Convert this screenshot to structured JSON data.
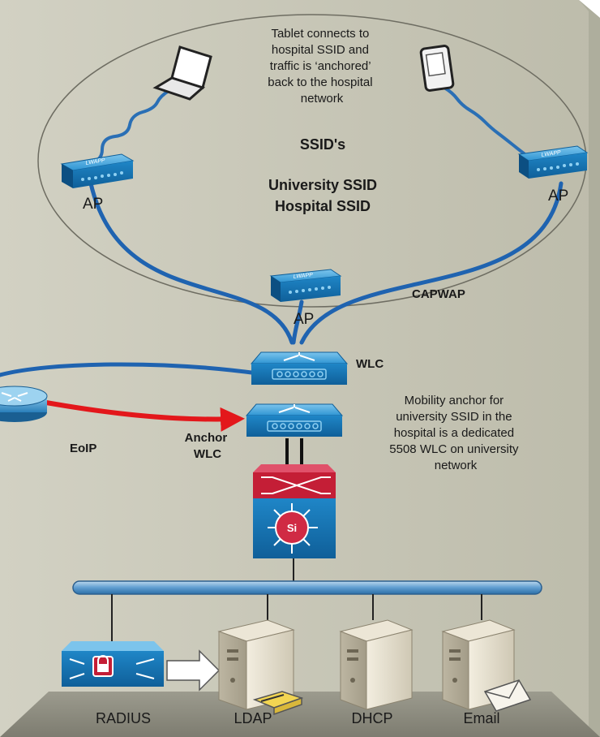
{
  "tablet_note": {
    "lines": [
      "Tablet connects to",
      "hospital SSID and",
      "traffic is ‘anchored’",
      "back to the hospital",
      "network"
    ]
  },
  "ssid_box": {
    "heading": "SSID's",
    "university": "University SSID",
    "hospital": "Hospital SSID"
  },
  "ap_left": {
    "label": "AP",
    "badge": "LWAPP"
  },
  "ap_right": {
    "label": "AP",
    "badge": "LWAPP"
  },
  "ap_center": {
    "label": "AP",
    "badge": "LWAPP"
  },
  "capwap_label": "CAPWAP",
  "wlc_label": "WLC",
  "anchor_label": {
    "lines": [
      "Anchor",
      "WLC"
    ]
  },
  "eoip_label": "EoIP",
  "mobility_note": {
    "lines": [
      "Mobility anchor for",
      "university SSID in the",
      "hospital  is a dedicated",
      "5508 WLC on university",
      "network"
    ]
  },
  "switch_badge": "Si",
  "servers": {
    "radius": "RADIUS",
    "ldap": "LDAP",
    "dhcp": "DHCP",
    "email": "Email"
  },
  "colors": {
    "panel": "#c9c8b8",
    "floor": "#8e8d80",
    "cisco_blue": "#1679b8",
    "link_blue": "#1f63b0",
    "eoip_red": "#e3171b",
    "firewall_red": "#c41e36"
  }
}
